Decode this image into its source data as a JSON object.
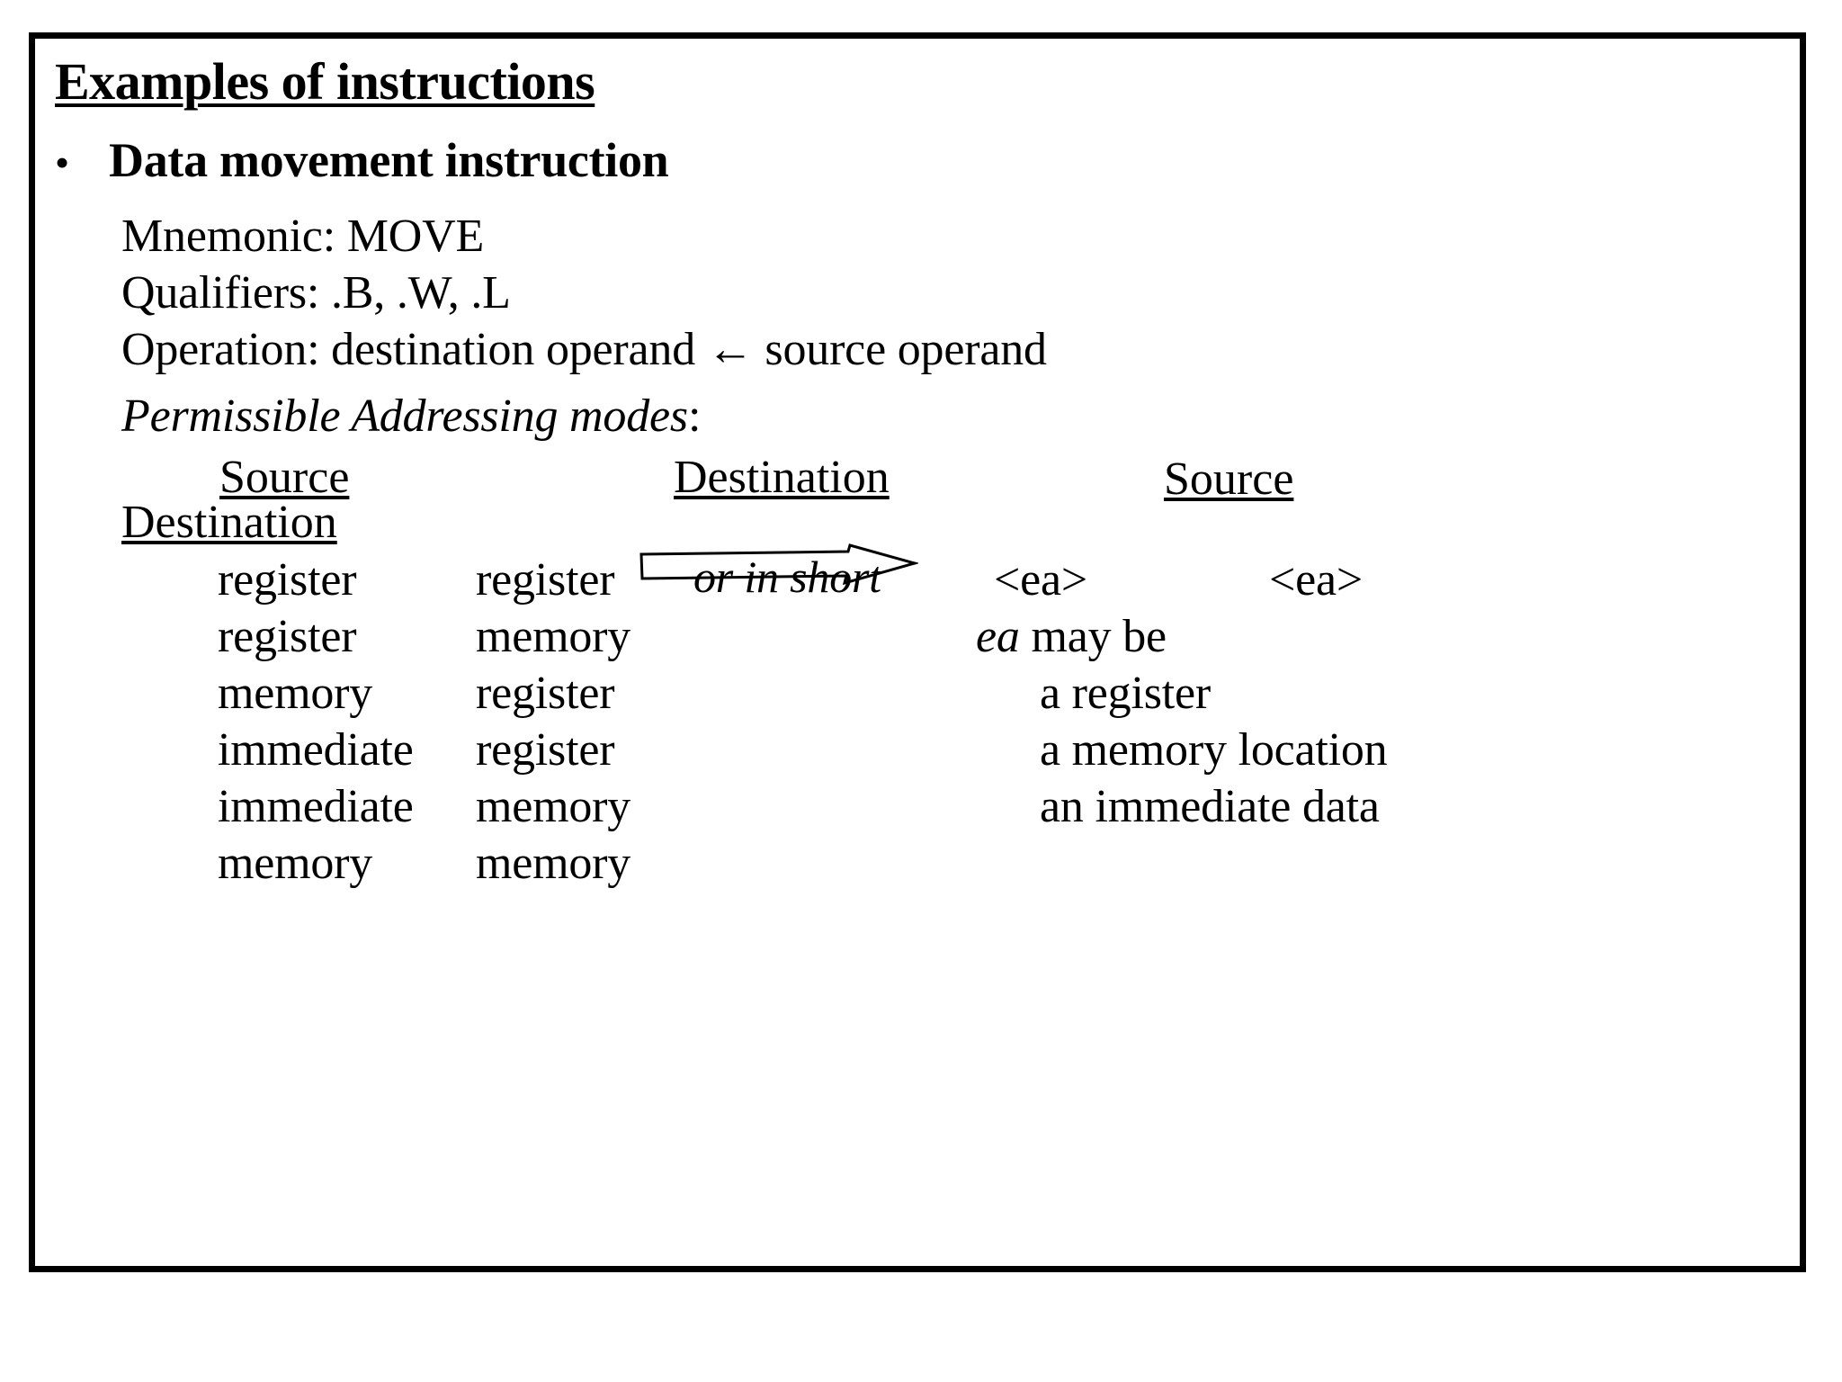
{
  "slide": {
    "title": "Examples of instructions",
    "bullet_glyph": "•",
    "bullet_text": "Data movement instruction",
    "spec": {
      "mnemonic": "Mnemonic: MOVE",
      "qualifiers": "Qualifiers: .B, .W, .L",
      "operation": "Operation: destination operand ← source operand"
    },
    "permissible": {
      "italic_part": "Permissible Addressing modes",
      "colon": ":"
    },
    "headers": {
      "source_1": "Source",
      "destination_1": "Destination",
      "source_2": "Source",
      "destination_2": "Destination"
    },
    "modes": [
      {
        "source": "register",
        "destination": "register"
      },
      {
        "source": "register",
        "destination": "memory"
      },
      {
        "source": "memory",
        "destination": "register"
      },
      {
        "source": "immediate",
        "destination": "register"
      },
      {
        "source": "immediate",
        "destination": "memory"
      },
      {
        "source": "memory",
        "destination": "memory"
      }
    ],
    "arrow": {
      "caption": "or in short",
      "icon": "right-block-arrow-icon"
    },
    "notes": {
      "ea_left": "<ea>",
      "ea_right": "<ea>",
      "may_be_italic": "ea",
      "may_be_rest": " may be",
      "option_register": "a register",
      "option_memory_location": "a memory location",
      "option_immediate_data": "an immediate data"
    },
    "colors": {
      "background": "#ffffff",
      "text": "#000000",
      "border": "#000000"
    }
  }
}
